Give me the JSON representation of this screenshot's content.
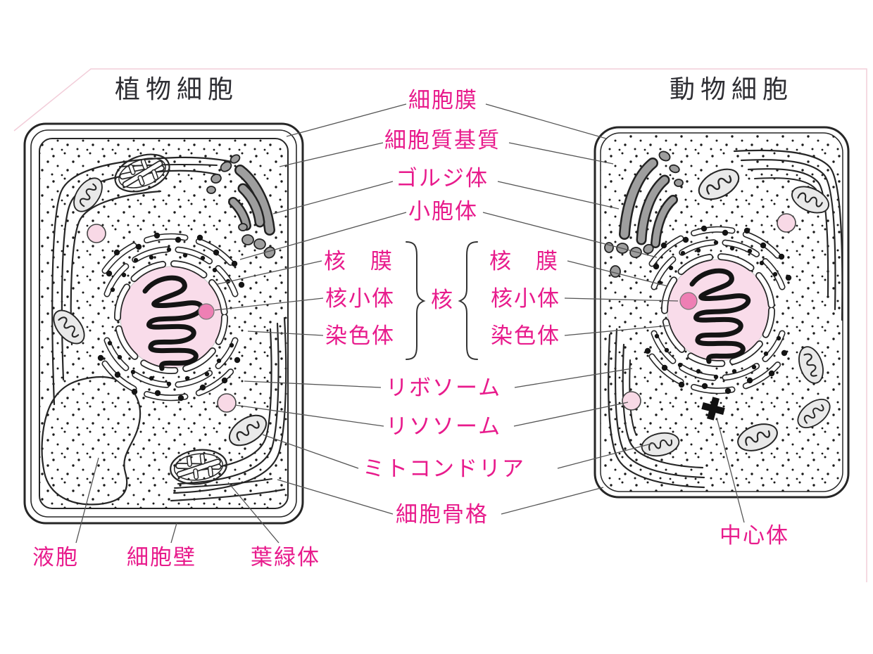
{
  "titles": {
    "plant": "植物細胞",
    "animal": "動物細胞"
  },
  "labels": {
    "cell_membrane": "細胞膜",
    "cytoplasm_matrix": "細胞質基質",
    "golgi_body": "ゴルジ体",
    "endoplasmic_reticulum": "小胞体",
    "nuclear_membrane": "核　膜",
    "nucleolus": "核小体",
    "chromosome": "染色体",
    "nucleus": "核",
    "ribosome": "リボソーム",
    "lysosome": "リソソーム",
    "mitochondria": "ミトコンドリア",
    "cytoskeleton": "細胞骨格",
    "vacuole": "液胞",
    "cell_wall": "細胞壁",
    "chloroplast": "葉緑体",
    "centrosome": "中心体"
  },
  "colors": {
    "label": "#e81b8c",
    "title": "#2e2e33",
    "line": "#262626",
    "leader": "#555555",
    "nucleus_fill": "#f9dcea",
    "nucleolus": "#ee7fb4",
    "lysosome_fill": "#f8d9e6",
    "golgi": "#9e9e9e",
    "mito_fill": "#e9e9e9",
    "frame": "#f2cdd9"
  }
}
